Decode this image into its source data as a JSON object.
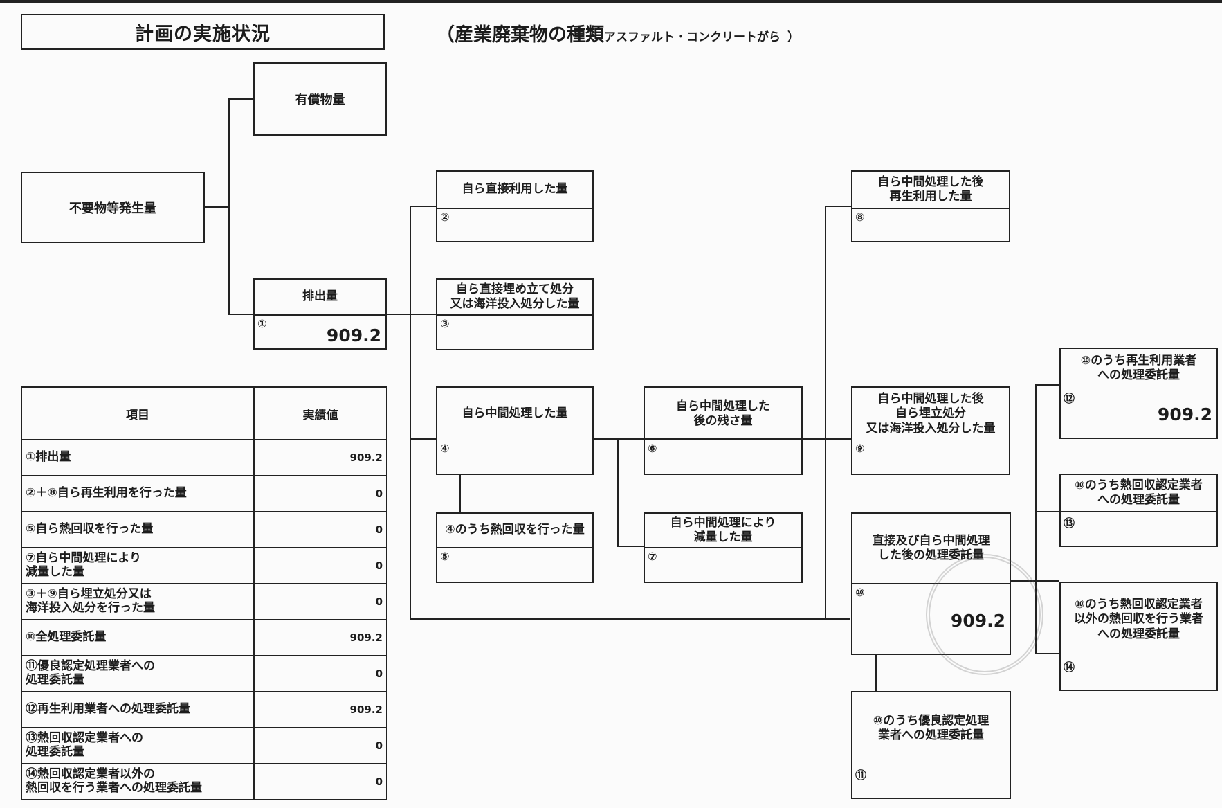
{
  "header": {
    "title": "計画の実施状況",
    "subtitle": "（産業廃棄物の種類",
    "waste_type": "アスファルト・コンクリートがら",
    "close": "）"
  },
  "flow": {
    "paid": "有償物量",
    "generated": "不要物等発生量",
    "discharge": {
      "label": "排出量",
      "num": "①",
      "value": "909.2"
    },
    "n2": {
      "label": "自ら直接利用した量",
      "num": "②"
    },
    "n3": {
      "label": "自ら直接埋め立て処分\n又は海洋投入処分した量",
      "num": "③"
    },
    "n4": {
      "label": "自ら中間処理した量",
      "num": "④"
    },
    "n5": {
      "label": "④のうち熱回収を行った量",
      "num": "⑤"
    },
    "n6": {
      "label": "自ら中間処理した\n後の残さ量",
      "num": "⑥"
    },
    "n7": {
      "label": "自ら中間処理により\n減量した量",
      "num": "⑦"
    },
    "n8": {
      "label": "自ら中間処理した後\n再生利用した量",
      "num": "⑧"
    },
    "n9": {
      "label": "自ら中間処理した後\n自ら埋立処分\n又は海洋投入処分した量",
      "num": "⑨"
    },
    "n10": {
      "label": "直接及び自ら中間処理\nした後の処理委託量",
      "num": "⑩",
      "value": "909.2"
    },
    "n11": {
      "label": "⑩のうち優良認定処理\n業者への処理委託量",
      "num": "⑪"
    },
    "n12": {
      "label": "⑩のうち再生利用業者\nへの処理委託量",
      "num": "⑫",
      "value": "909.2"
    },
    "n13": {
      "label": "⑩のうち熱回収認定業者\nへの処理委託量",
      "num": "⑬"
    },
    "n14": {
      "label": "⑩のうち熱回収認定業者\n以外の熱回収を行う業者\nへの処理委託量",
      "num": "⑭"
    }
  },
  "table": {
    "headers": [
      "項目",
      "実績値"
    ],
    "rows": [
      {
        "item": "①排出量",
        "value": "909.2"
      },
      {
        "item": "②＋⑧自ら再生利用を行った量",
        "value": "0"
      },
      {
        "item": "⑤自ら熱回収を行った量",
        "value": "0"
      },
      {
        "item": "⑦自ら中間処理により\n減量した量",
        "value": "0"
      },
      {
        "item": "③＋⑨自ら埋立処分又は\n海洋投入処分を行った量",
        "value": "0"
      },
      {
        "item": "⑩全処理委託量",
        "value": "909.2"
      },
      {
        "item": "⑪優良認定処理業者への\n処理委託量",
        "value": "0"
      },
      {
        "item": "⑫再生利用業者への処理委託量",
        "value": "909.2"
      },
      {
        "item": "⑬熱回収認定業者への\n処理委託量",
        "value": "0"
      },
      {
        "item": "⑭熱回収認定業者以外の\n熱回収を行う業者への処理委託量",
        "value": "0"
      }
    ]
  }
}
